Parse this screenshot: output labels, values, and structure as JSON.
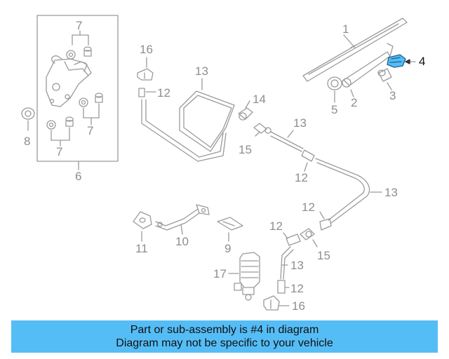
{
  "callouts": {
    "n1": "1",
    "n2": "2",
    "n3": "3",
    "n4": "4",
    "n5": "5",
    "n6": "6",
    "n7a": "7",
    "n7b": "7",
    "n7c": "7",
    "n8": "8",
    "n9": "9",
    "n10": "10",
    "n11": "11",
    "n12a": "12",
    "n12b": "12",
    "n12c": "12",
    "n12d": "12",
    "n12e": "12",
    "n13a": "13",
    "n13b": "13",
    "n13c": "13",
    "n13d": "13",
    "n14": "14",
    "n15a": "15",
    "n15b": "15",
    "n16a": "16",
    "n16b": "16",
    "n17": "17"
  },
  "highlight_part": "4",
  "colors": {
    "highlight": "#55bdf6",
    "line": "#9a9a9a",
    "banner_bg": "#55bdf6",
    "label": "#8e8e8e"
  },
  "banner": {
    "line1": "Part or sub-assembly is #4 in diagram",
    "line2": "Diagram may not be specific to your vehicle"
  }
}
